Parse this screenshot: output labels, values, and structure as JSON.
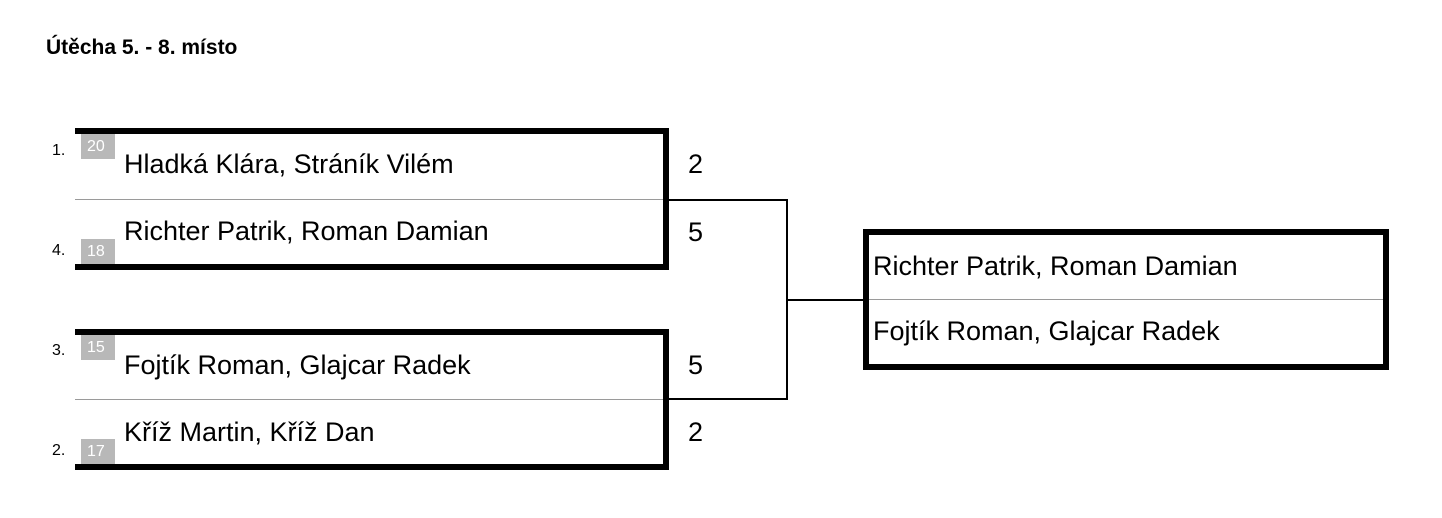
{
  "title": "Útěcha 5. - 8. místo",
  "matches": [
    {
      "players": [
        {
          "rank": "1.",
          "seed": "20",
          "name": "Hladká Klára, Stráník Vilém",
          "score": "2"
        },
        {
          "rank": "4.",
          "seed": "18",
          "name": "Richter Patrik, Roman Damian",
          "score": "5"
        }
      ]
    },
    {
      "players": [
        {
          "rank": "3.",
          "seed": "15",
          "name": "Fojtík Roman, Glajcar Radek",
          "score": "5"
        },
        {
          "rank": "2.",
          "seed": "17",
          "name": "Kříž Martin, Kříž Dan",
          "score": "2"
        }
      ]
    }
  ],
  "final": {
    "players": [
      {
        "name": "Richter Patrik, Roman Damian"
      },
      {
        "name": "Fojtík Roman, Glajcar Radek"
      }
    ]
  }
}
